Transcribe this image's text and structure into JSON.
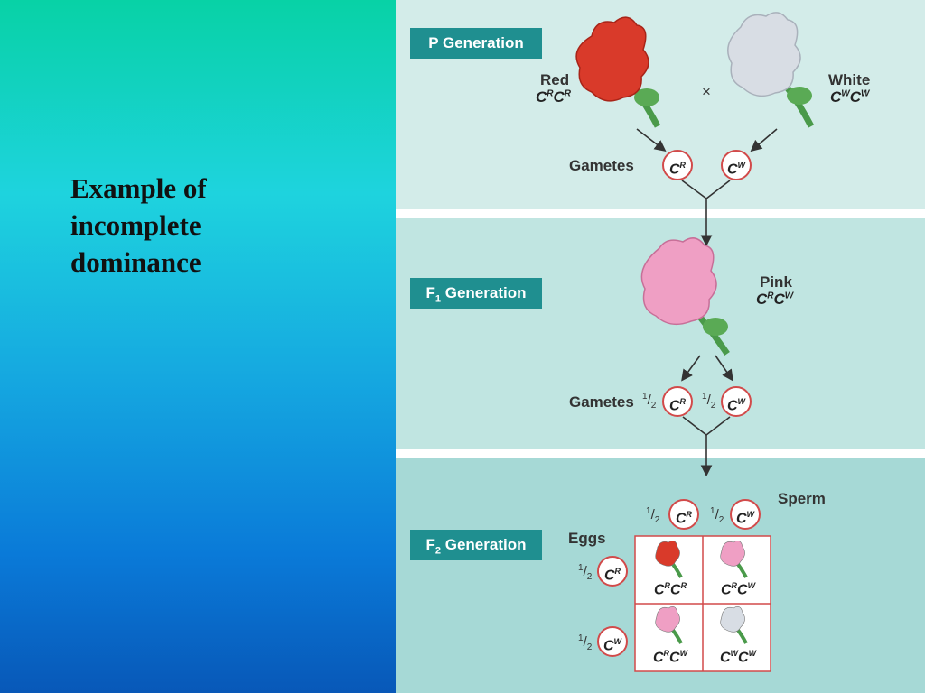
{
  "slide": {
    "title_lines": [
      "Example of",
      "incomplete",
      "dominance"
    ]
  },
  "diagram": {
    "p_generation": {
      "label": "P Generation",
      "parent1": {
        "name": "Red",
        "allele": "C",
        "sup1": "R",
        "sup2": "R",
        "color": "#d93a2a"
      },
      "parent2": {
        "name": "White",
        "allele": "C",
        "sup1": "W",
        "sup2": "W",
        "color": "#d8dde4"
      },
      "cross_symbol": "×",
      "gametes_label": "Gametes",
      "gametes": [
        {
          "allele": "C",
          "sup": "R"
        },
        {
          "allele": "C",
          "sup": "W"
        }
      ]
    },
    "f1_generation": {
      "label_main": "F",
      "label_sub": "1",
      "label_rest": " Generation",
      "offspring": {
        "name": "Pink",
        "allele": "C",
        "sup1": "R",
        "sup2": "W",
        "color": "#ef9fc4"
      },
      "gametes_label": "Gametes",
      "fraction_num": "1",
      "fraction_den": "2",
      "gametes": [
        {
          "allele": "C",
          "sup": "R"
        },
        {
          "allele": "C",
          "sup": "W"
        }
      ]
    },
    "f2_generation": {
      "label_main": "F",
      "label_sub": "2",
      "label_rest": " Generation",
      "sperm_label": "Sperm",
      "eggs_label": "Eggs",
      "fraction_num": "1",
      "fraction_den": "2",
      "sperm": [
        {
          "allele": "C",
          "sup": "R"
        },
        {
          "allele": "C",
          "sup": "W"
        }
      ],
      "eggs": [
        {
          "allele": "C",
          "sup": "R"
        },
        {
          "allele": "C",
          "sup": "W"
        }
      ],
      "punnett": [
        [
          {
            "sup1": "R",
            "sup2": "R",
            "color": "#d93a2a"
          },
          {
            "sup1": "R",
            "sup2": "W",
            "color": "#ef9fc4"
          }
        ],
        [
          {
            "sup1": "R",
            "sup2": "W",
            "color": "#ef9fc4"
          },
          {
            "sup1": "W",
            "sup2": "W",
            "color": "#d8dde4"
          }
        ]
      ],
      "allele": "C"
    },
    "colors": {
      "label_bg": "#1f8f90",
      "gamete_border": "#d24a4a",
      "stem": "#4a9a4a"
    }
  }
}
